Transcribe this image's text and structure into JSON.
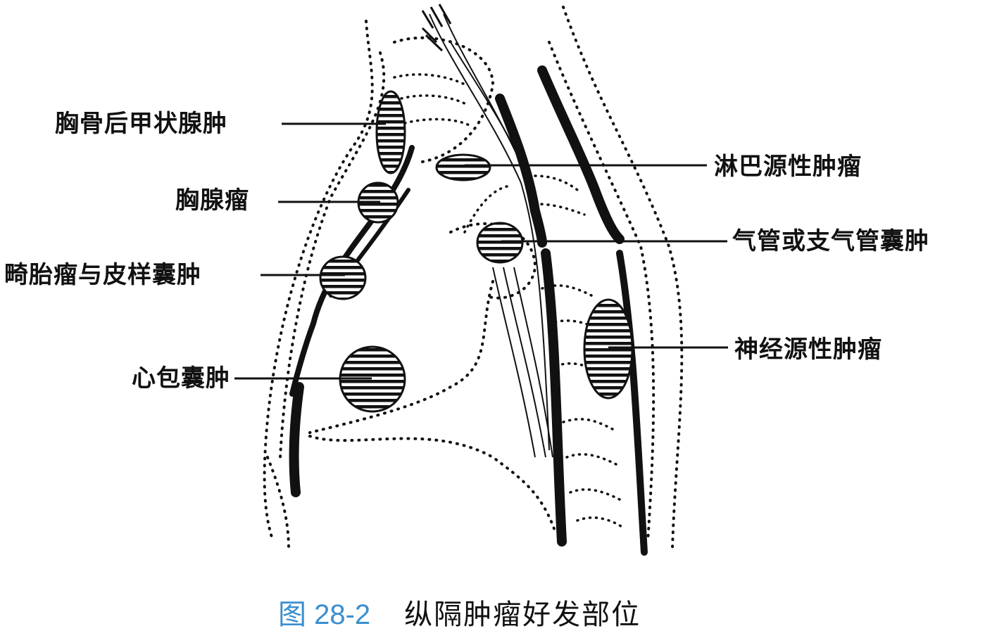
{
  "labels": {
    "retrosternal_thyroid": "胸骨后甲状腺肿",
    "thymoma": "胸腺瘤",
    "teratoma": "畸胎瘤与皮样囊肿",
    "pericardial_cyst": "心包囊肿",
    "lymphoma": "淋巴源性肿瘤",
    "bronchogenic_cyst": "气管或支气管囊肿",
    "neurogenic_tumor": "神经源性肿瘤"
  },
  "caption": {
    "number": "图 28-2",
    "title": "纵隔肿瘤好发部位"
  },
  "colors": {
    "ink": "#111111",
    "caption_number": "#3a8fd0",
    "background": "#ffffff"
  }
}
